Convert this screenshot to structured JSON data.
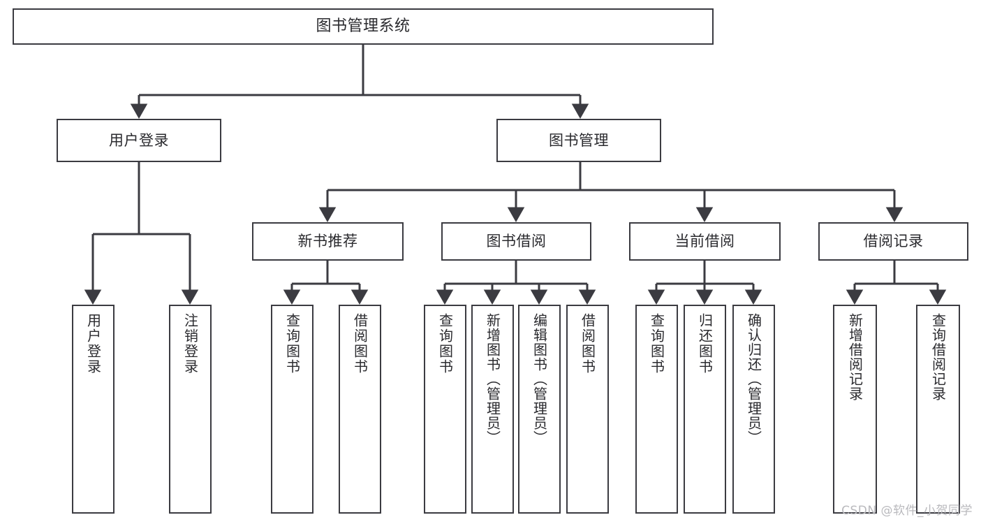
{
  "diagram": {
    "title": "图书管理系统",
    "type": "tree-hierarchy-chart",
    "watermark": "CSDN @软件_小贺同学",
    "colors": {
      "background": "#ffffff",
      "node_border": "#3b3b41",
      "node_fill": "#ffffff",
      "edge": "#3b3b41",
      "text": "#2a2a2e",
      "watermark": "#b9b9bd"
    },
    "nodes": {
      "root": {
        "label": "图书管理系统"
      },
      "level2": [
        {
          "id": "user-login",
          "label": "用户登录"
        },
        {
          "id": "book-manage",
          "label": "图书管理"
        }
      ],
      "level3": [
        {
          "id": "new-book-recommend",
          "label": "新书推荐"
        },
        {
          "id": "book-borrow",
          "label": "图书借阅"
        },
        {
          "id": "current-borrow",
          "label": "当前借阅"
        },
        {
          "id": "borrow-record",
          "label": "借阅记录"
        }
      ],
      "leaves": {
        "user_login": [
          {
            "id": "leaf-user-login",
            "label": "用户登录"
          },
          {
            "id": "leaf-logout-login",
            "label": "注销登录"
          }
        ],
        "new_book_recommend": [
          {
            "id": "leaf-query-book-1",
            "label": "查询图书"
          },
          {
            "id": "leaf-borrow-book-1",
            "label": "借阅图书"
          }
        ],
        "book_borrow": [
          {
            "id": "leaf-query-book-2",
            "label": "查询图书"
          },
          {
            "id": "leaf-add-book",
            "label": "新增图书（管理员）"
          },
          {
            "id": "leaf-edit-book",
            "label": "编辑图书（管理员）"
          },
          {
            "id": "leaf-borrow-book-2",
            "label": "借阅图书"
          }
        ],
        "current_borrow": [
          {
            "id": "leaf-query-book-3",
            "label": "查询图书"
          },
          {
            "id": "leaf-return-book",
            "label": "归还图书"
          },
          {
            "id": "leaf-confirm-return",
            "label": "确认归还（管理员）"
          }
        ],
        "borrow_record": [
          {
            "id": "leaf-add-record",
            "label": "新增借阅记录"
          },
          {
            "id": "leaf-query-record",
            "label": "查询借阅记录"
          }
        ]
      }
    }
  }
}
